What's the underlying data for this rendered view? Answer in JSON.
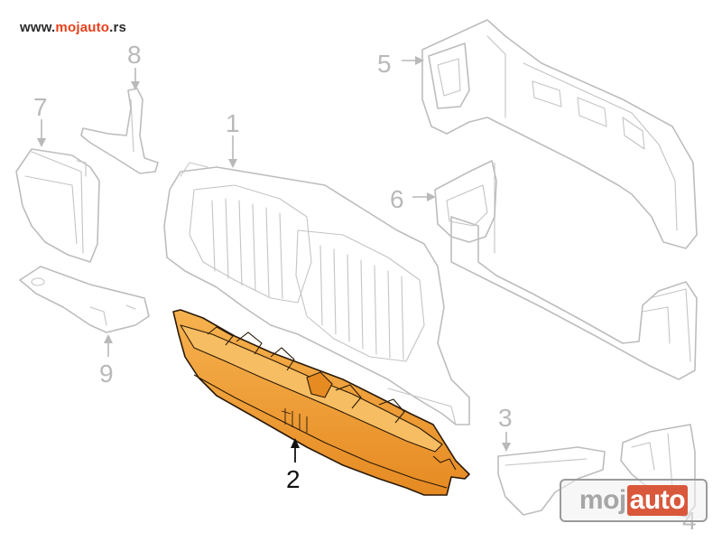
{
  "header": {
    "url_prefix": "www.",
    "url_brand": "mojauto",
    "url_suffix": ".rs"
  },
  "callouts": [
    {
      "id": "1",
      "label": "1"
    },
    {
      "id": "2",
      "label": "2",
      "highlighted": true
    },
    {
      "id": "3",
      "label": "3"
    },
    {
      "id": "4",
      "label": "4"
    },
    {
      "id": "5",
      "label": "5"
    },
    {
      "id": "6",
      "label": "6"
    },
    {
      "id": "7",
      "label": "7"
    },
    {
      "id": "8",
      "label": "8"
    },
    {
      "id": "9",
      "label": "9"
    }
  ],
  "colors": {
    "line_art": "#bdbdbd",
    "highlight_fill": "#f2a03d",
    "highlight_stroke": "#2a1a08",
    "active_label": "#111111",
    "inactive_label": "#b9b9b9",
    "brand_accent": "#e8401c"
  },
  "watermark": {
    "part_a": "moj",
    "part_b": "auto"
  }
}
